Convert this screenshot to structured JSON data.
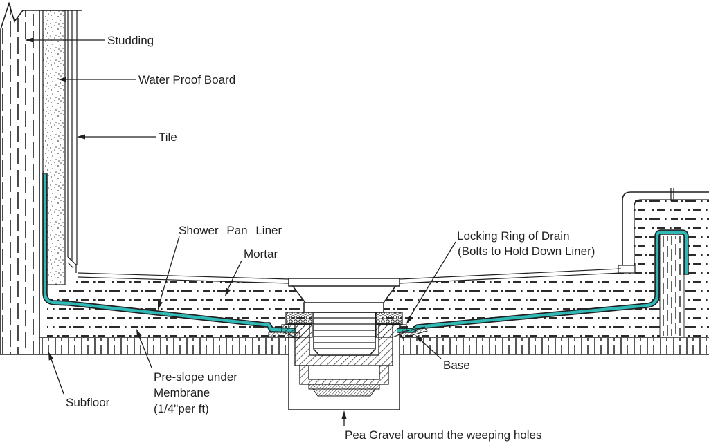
{
  "diagram": {
    "type": "shower-pan-drain-cross-section",
    "labels": {
      "studding": "Studding",
      "water_proof_board": "Water Proof Board",
      "tile": "Tile",
      "shower_pan_liner": "Shower Pan Liner",
      "mortar": "Mortar",
      "locking_ring_line1": "Locking Ring of Drain",
      "locking_ring_line2": "(Bolts to Hold Down Liner)",
      "base": "Base",
      "subfloor": "Subfloor",
      "preslope_line1": "Pre-slope under",
      "preslope_line2": "Membrane",
      "preslope_line3": "(1/4\"per ft)",
      "pea_gravel": "Pea Gravel around the weeping holes"
    },
    "colors": {
      "liner": "#2FB8B5",
      "line": "#1f1f1f"
    }
  }
}
